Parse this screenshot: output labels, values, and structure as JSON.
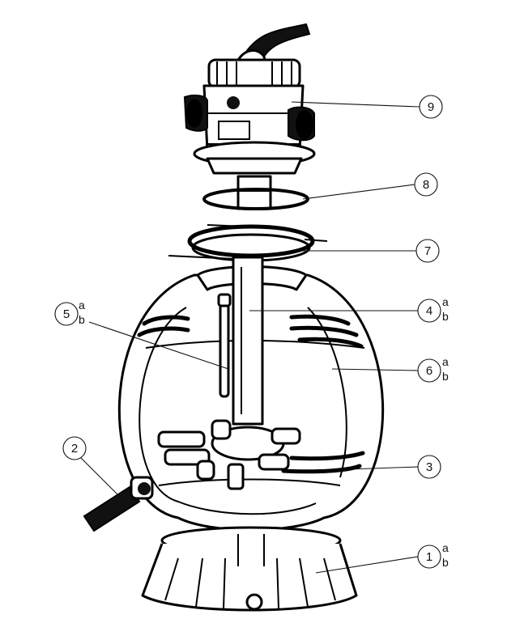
{
  "callouts": [
    {
      "num": "9",
      "subs": []
    },
    {
      "num": "8",
      "subs": []
    },
    {
      "num": "7",
      "subs": []
    },
    {
      "num": "4",
      "subs": [
        "a",
        "b"
      ]
    },
    {
      "num": "5",
      "subs": [
        "a",
        "b"
      ]
    },
    {
      "num": "6",
      "subs": [
        "a",
        "b"
      ]
    },
    {
      "num": "2",
      "subs": []
    },
    {
      "num": "3",
      "subs": []
    },
    {
      "num": "1",
      "subs": [
        "a",
        "b"
      ]
    }
  ]
}
